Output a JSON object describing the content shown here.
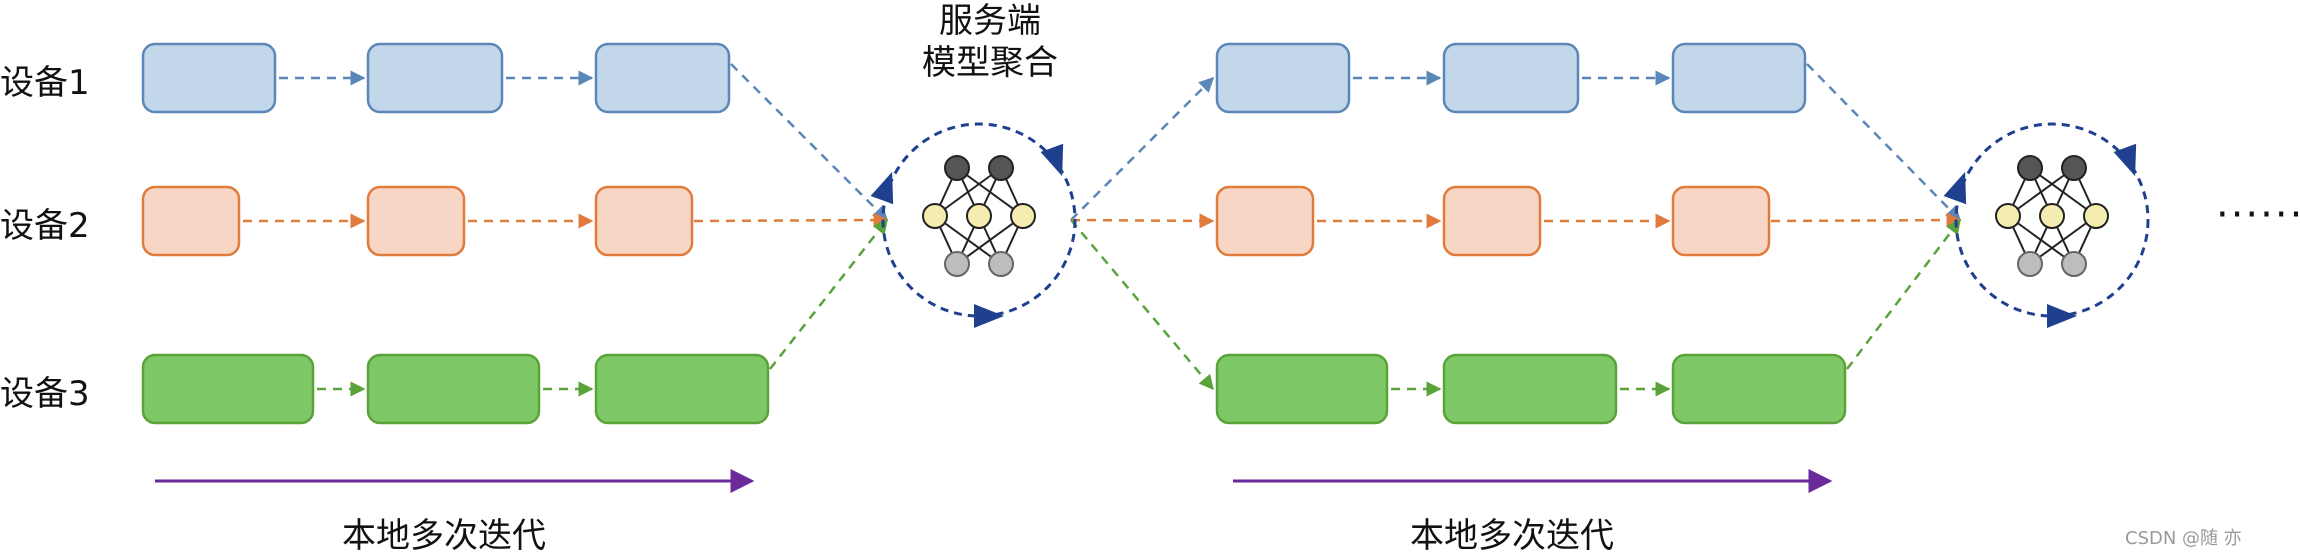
{
  "devices": [
    {
      "label": "设备1",
      "color": "#5b86b8",
      "fill": "#c3d7eb"
    },
    {
      "label": "设备2",
      "color": "#e07b3c",
      "fill": "#f8d6c6"
    },
    {
      "label": "设备3",
      "color": "#5aa23a",
      "fill": "#7fc868"
    }
  ],
  "server": {
    "line1": "服务端",
    "line2": "模型聚合"
  },
  "iteration_label": "本地多次迭代",
  "continuation": "·······",
  "watermark": "CSDN @随 亦",
  "colors": {
    "cycle": "#1f3f8f",
    "iteration_arrow": "#6a2a9a",
    "node_dark": "#555555",
    "node_mid": "#f4ecb0",
    "node_light": "#bdbdbd"
  }
}
